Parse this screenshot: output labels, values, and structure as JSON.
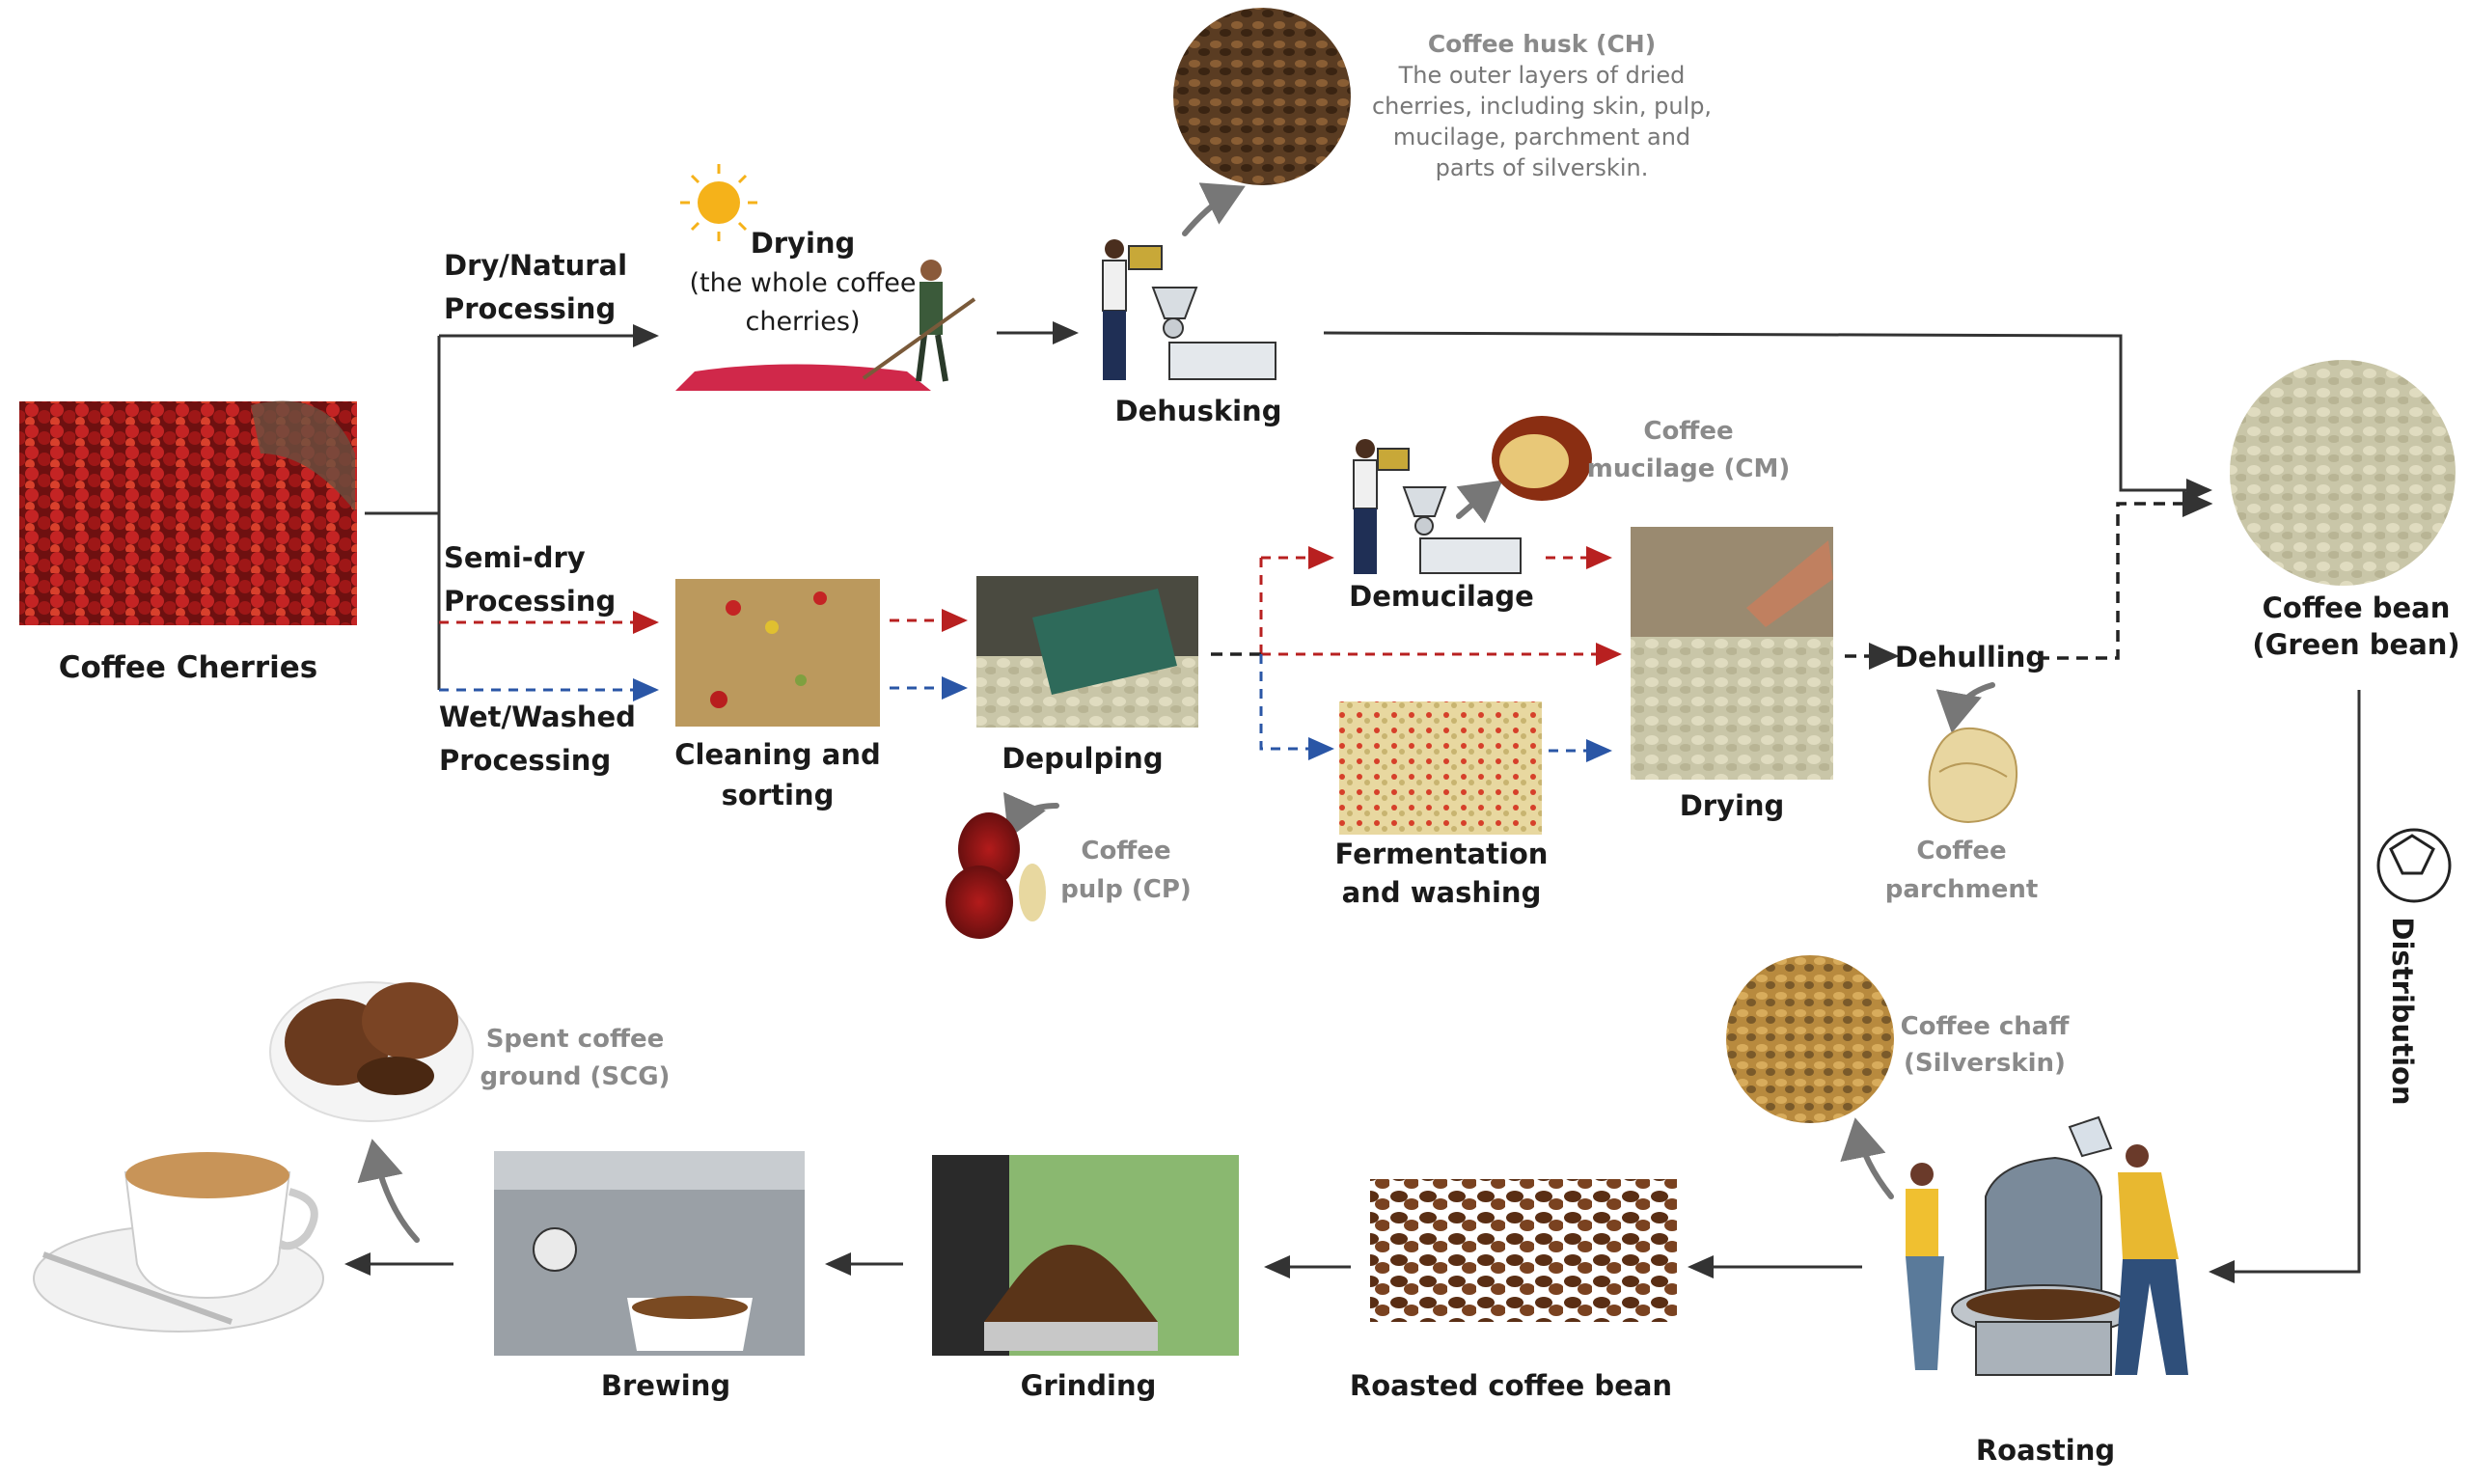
{
  "colors": {
    "dry": "#333333",
    "semi_dry": "#b82020",
    "wet": "#2a56a6",
    "byproduct": "#8a8a8a"
  },
  "start": {
    "label": "Coffee Cherries"
  },
  "branches": {
    "dry": [
      "Dry/Natural",
      "Processing"
    ],
    "semi": [
      "Semi-dry",
      "Processing"
    ],
    "wet": [
      "Wet/Washed",
      "Processing"
    ]
  },
  "steps": {
    "drying_whole": [
      "Drying",
      "(the whole coffee",
      "cherries)"
    ],
    "dehusking": "Dehusking",
    "cleaning": [
      "Cleaning and",
      "sorting"
    ],
    "depulping": "Depulping",
    "demucilage": "Demucilage",
    "fermentation": [
      "Fermentation",
      "and washing"
    ],
    "drying": "Drying",
    "dehulling": "Dehulling",
    "green_bean": [
      "Coffee bean",
      "(Green bean)"
    ],
    "distribution": "Distribution",
    "roasting": "Roasting",
    "roasted": "Roasted coffee bean",
    "grinding": "Grinding",
    "brewing": "Brewing"
  },
  "byproducts": {
    "husk_title": "Coffee husk (CH)",
    "husk_desc": [
      "The outer layers of dried",
      "cherries, including skin, pulp,",
      "mucilage, parchment and",
      "parts of silverskin."
    ],
    "mucilage": [
      "Coffee",
      "mucilage (CM)"
    ],
    "pulp": [
      "Coffee",
      "pulp (CP)"
    ],
    "parchment": [
      "Coffee",
      "parchment"
    ],
    "chaff": [
      "Coffee chaff",
      "(Silverskin)"
    ],
    "spent": [
      "Spent coffee",
      "ground (SCG)"
    ]
  }
}
